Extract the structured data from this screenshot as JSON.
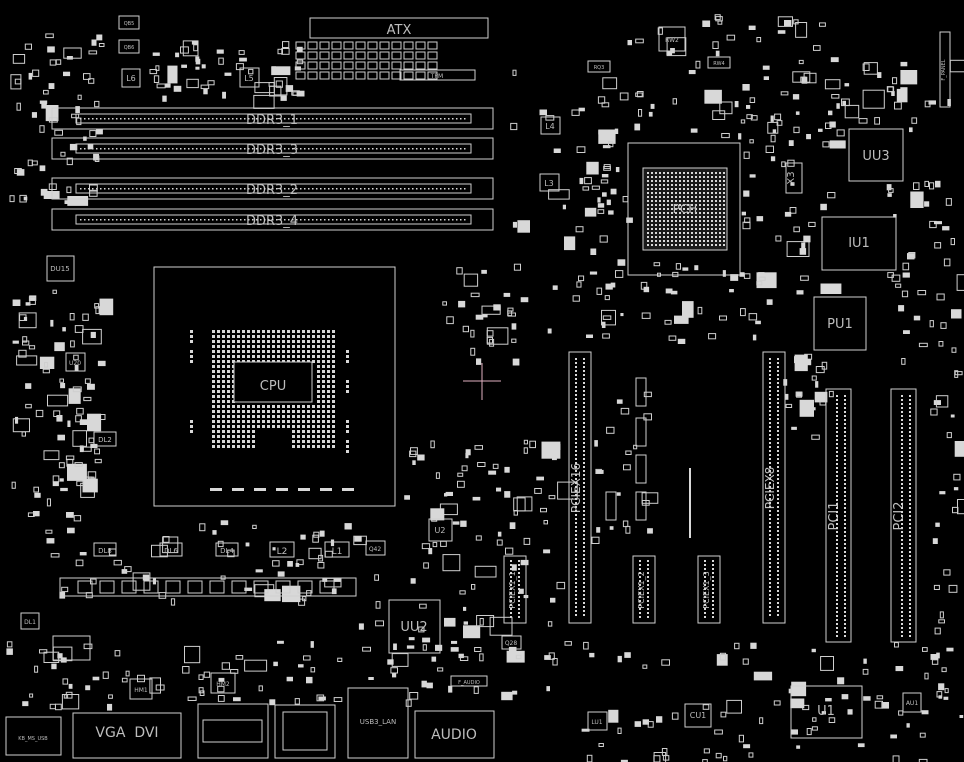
{
  "labels": {
    "atx": "ATX",
    "ddr3_1": "DDR3_1",
    "ddr3_3": "DDR3_3",
    "ddr3_2": "DDR3_2",
    "ddr3_4": "DDR3_4",
    "cpu": "CPU",
    "pch": "PCH",
    "uu3": "UU3",
    "iu1": "IU1",
    "pu1": "PU1",
    "x3": "X3",
    "du15": "DU15",
    "u20": "U20",
    "u2": "U2",
    "uu2": "UU2",
    "u1": "U1",
    "cu1": "CU1",
    "lu1": "LU1",
    "au1": "AU1",
    "pciex16": "PCIEX16",
    "pciex8": "PCIEX8",
    "pci1": "PCI1",
    "pci2": "PCI2",
    "pciex1_1": "PCIEX1_1",
    "pciex1_2": "PCIEX1_2",
    "pciex1_3": "PCIEX1_3",
    "vga_dvi": "VGA  DVI",
    "audio": "AUDIO",
    "usb_lan": "USB3_LAN",
    "kb_ms_usb": "KB_MS_USB",
    "hm1": "HM1",
    "hm2": "HM2",
    "tpm": "TPM",
    "l1": "L1",
    "l2": "L2",
    "l3": "L3",
    "l4": "L4",
    "l5": "L5",
    "l6": "L6",
    "dl1": "DL1",
    "dl2": "DL2",
    "dl4": "DL4",
    "dl6": "DL6",
    "dl8": "DL8",
    "q28": "Q28",
    "q42": "Q42",
    "rw2": "RW2",
    "rw4": "RW4",
    "rq3": "RQ3",
    "qb5": "QB5",
    "qb6": "QB6",
    "f_panel": "F_PANEL",
    "f_audio": "F_AUDIO"
  },
  "colors": {
    "background": "#000000",
    "outline": "#cfcfcf",
    "cursor": "#e0b0c0"
  }
}
